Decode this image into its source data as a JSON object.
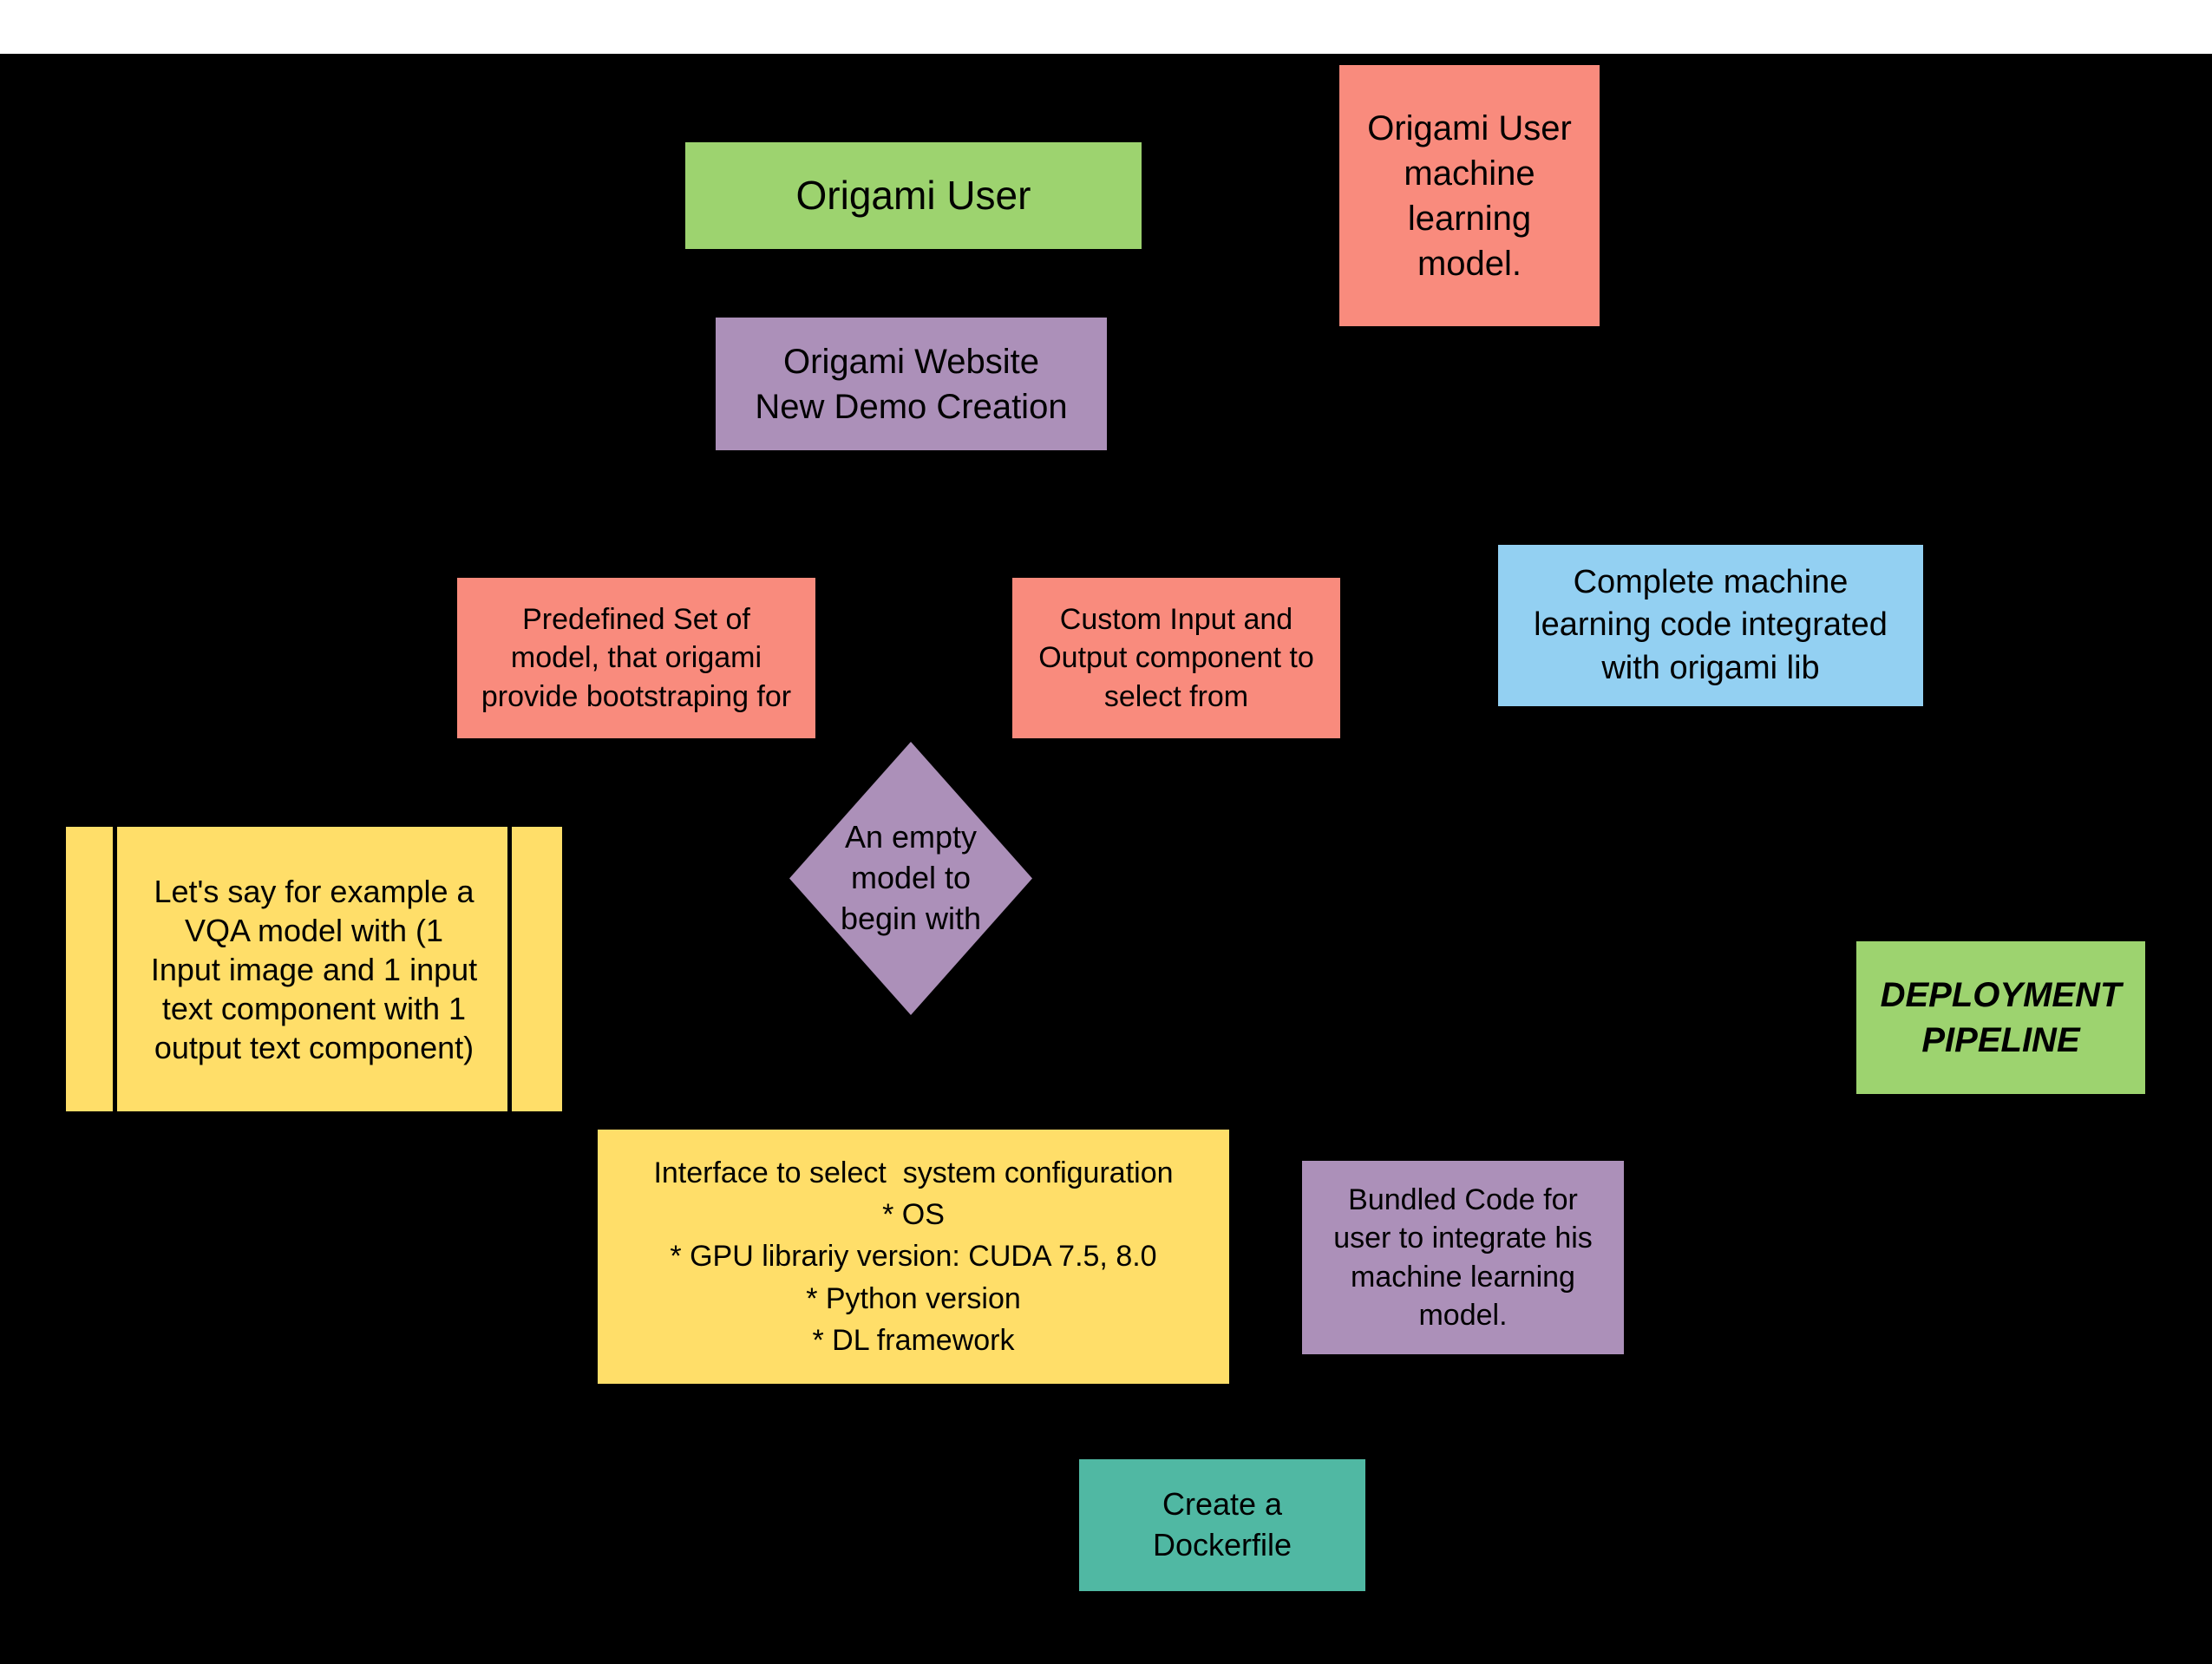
{
  "palette": {
    "background": "#000000",
    "top_strip": "#ffffff",
    "green": "#9DD36F",
    "salmon": "#F98B7D",
    "purple": "#AC90B9",
    "blue": "#93D0F2",
    "yellow": "#FFDE69",
    "teal": "#50B8A3",
    "text": "#000000"
  },
  "nodes": {
    "origami_user": {
      "label": [
        "Origami User"
      ]
    },
    "user_ml_model": {
      "label": [
        "Origami User",
        "machine",
        "learning",
        "model."
      ]
    },
    "origami_website": {
      "label": [
        "Origami Website",
        "New Demo Creation"
      ]
    },
    "predefined_set": {
      "label": [
        "Predefined Set of",
        "model, that origami",
        "provide bootstraping for"
      ]
    },
    "custom_io": {
      "label": [
        "Custom Input and",
        "Output component to",
        "select from"
      ]
    },
    "complete_code": {
      "label": [
        "Complete machine",
        "learning code integrated",
        "with origami lib"
      ]
    },
    "empty_model": {
      "label": [
        "An empty",
        "model to",
        "begin with"
      ]
    },
    "vqa_example": {
      "label": [
        "Let's say for example a",
        "VQA model with (1",
        "Input image and 1 input",
        "text component with 1",
        "output text component)"
      ]
    },
    "deployment_pipeline": {
      "label": [
        "DEPLOYMENT",
        "PIPELINE"
      ]
    },
    "interface_config": {
      "label": [
        "Interface to select  system configuration",
        "* OS",
        "* GPU librariy version: CUDA 7.5, 8.0",
        "* Python version",
        "* DL framework"
      ]
    },
    "bundled_code": {
      "label": [
        "Bundled Code for",
        "user to integrate his",
        "machine learning",
        "model."
      ]
    },
    "create_dockerfile": {
      "label": [
        "Create a",
        "Dockerfile"
      ]
    }
  }
}
